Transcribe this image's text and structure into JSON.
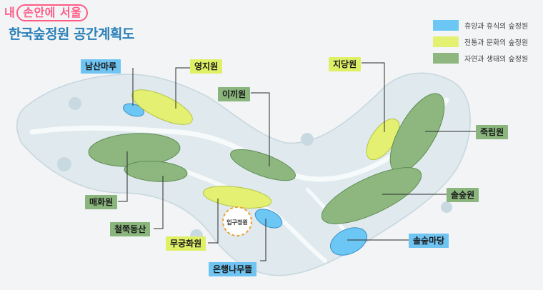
{
  "logo": {
    "prefix": "내",
    "pill_text": "손안에 서울"
  },
  "title": "한국숲정원 공간계획도",
  "legend": [
    {
      "label": "휴양과 휴식의 숲정원",
      "color": "#6cc7f5"
    },
    {
      "label": "전통과 문화의 숲정원",
      "color": "#e3f071"
    },
    {
      "label": "자연과 생태의 숲정원",
      "color": "#8db77f"
    }
  ],
  "labels": {
    "namsan": "남산마루",
    "yeongji": "영지원",
    "ikki": "이끼원",
    "jidang": "지당원",
    "jukrim": "죽림원",
    "maehwa": "매화원",
    "cheoljjuk": "철쭉동산",
    "mugunghwa": "무궁화원",
    "eunhaeng": "은행나무뜰",
    "solsup": "솔숲원",
    "solsupmadang": "솔숲마당",
    "entrance": "입구정원"
  },
  "colors": {
    "blue": "#6cc7f5",
    "yellow": "#e3f071",
    "green": "#8db77f",
    "title": "#2a7fb7",
    "logo": "#ff5b86",
    "entrance_ring": "#f0a033"
  }
}
